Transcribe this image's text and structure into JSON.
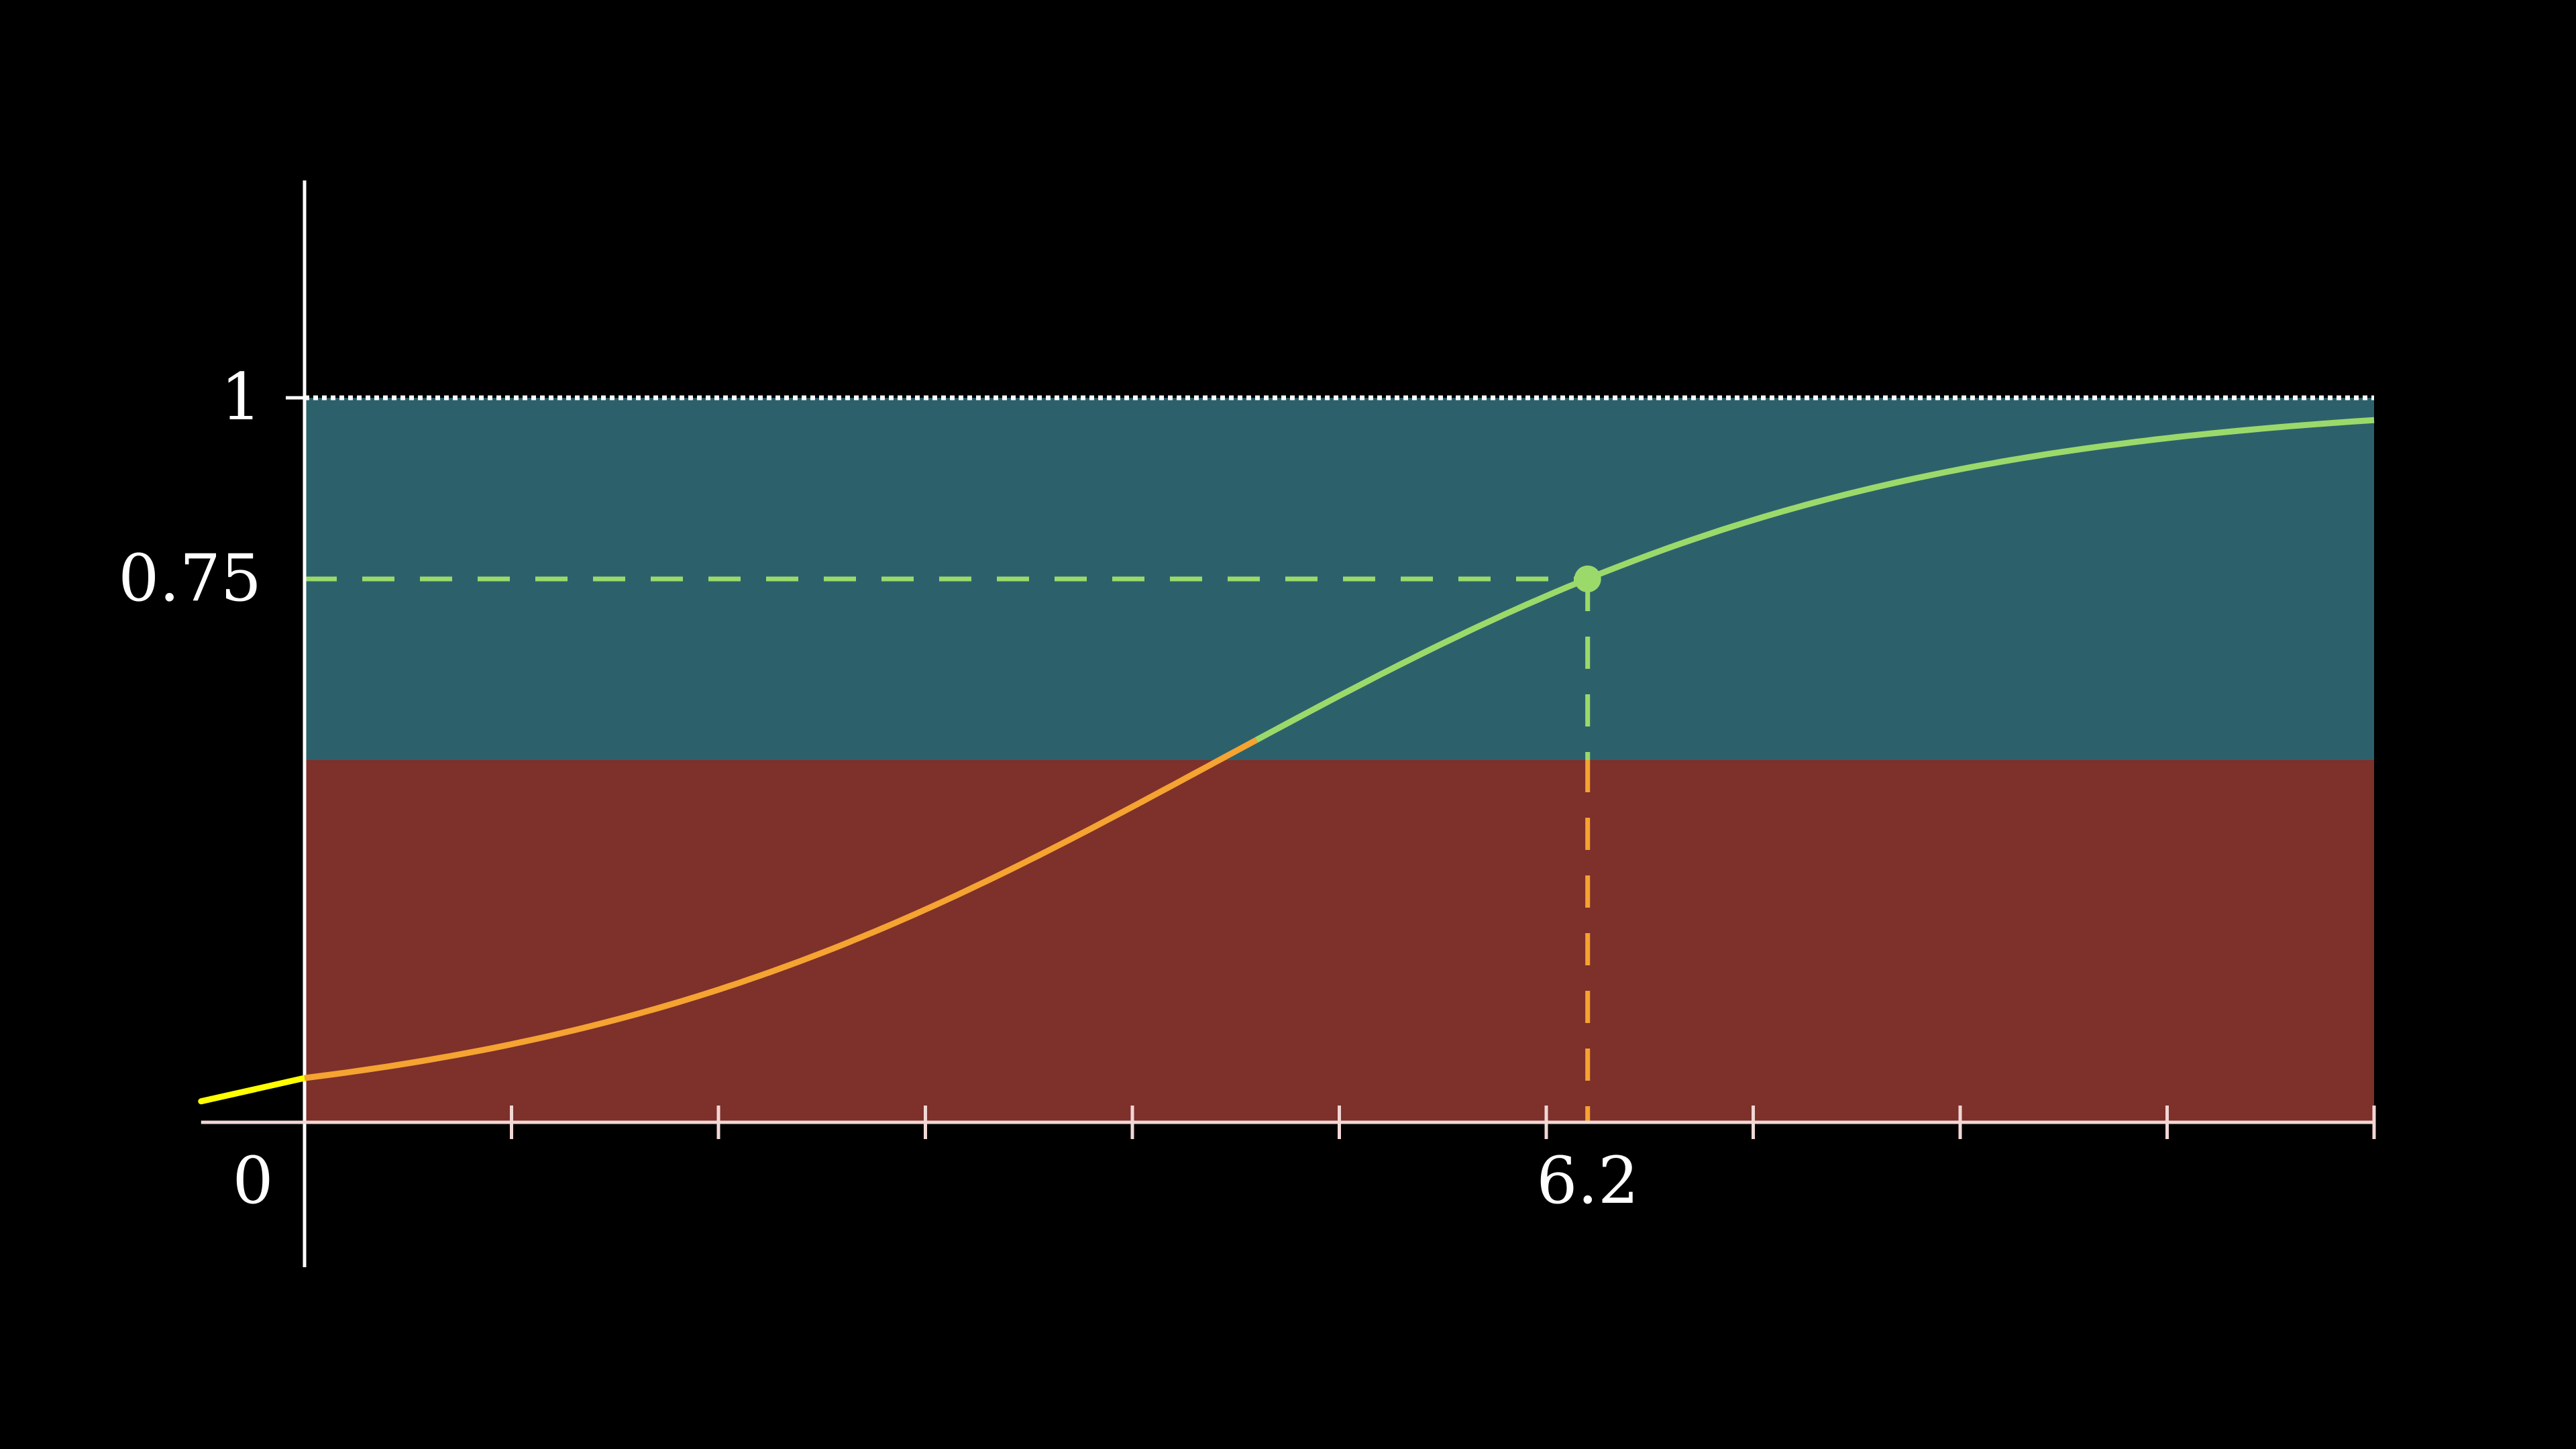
{
  "chart_data": {
    "type": "line",
    "title": "",
    "xlabel": "",
    "ylabel": "",
    "xlim": [
      -0.5,
      10
    ],
    "ylim": [
      -0.7,
      4.5
    ],
    "grid": false,
    "x_ticks": [
      0,
      1,
      2,
      3,
      4,
      5,
      6,
      7,
      8,
      9,
      10
    ],
    "x_tick_labels": [
      {
        "value": 0,
        "label": "0"
      },
      {
        "value": 6.2,
        "label": "6.2"
      }
    ],
    "y_tick_labels": [
      {
        "value": 1,
        "label": "1"
      },
      {
        "value": 0.75,
        "label": "0.75"
      }
    ],
    "regions": [
      {
        "name": "lower",
        "y_from": 0,
        "y_to": 0.5,
        "color": "#7e302b"
      },
      {
        "name": "upper",
        "y_from": 0.5,
        "y_to": 1,
        "color": "#2c616c"
      }
    ],
    "asymptote": {
      "y": 1,
      "style": "dotted",
      "color": "#ffffff"
    },
    "series": [
      {
        "x": [
          -0.5,
          0,
          1,
          2,
          3,
          4,
          4.6,
          5,
          6,
          6.2,
          7,
          8,
          9,
          10
        ],
        "y": [
          0.029,
          0.039,
          0.071,
          0.125,
          0.212,
          0.336,
          0.431,
          0.496,
          0.711,
          0.75,
          0.863,
          0.937,
          0.969,
          0.98
        ],
        "color_low": "#f5a331",
        "color_high": "#9bda6a",
        "color_start": "#ffff00"
      }
    ],
    "highlight": {
      "x": 6.2,
      "y": 0.75,
      "h_guide_color": "#9bda6a",
      "v_guide_color_upper": "#9bda6a",
      "v_guide_color_lower": "#f5a331",
      "style": "dashed"
    },
    "colors": {
      "background": "#000000",
      "axis": "#ffffff",
      "x_axis": "#f1d7d5"
    }
  }
}
